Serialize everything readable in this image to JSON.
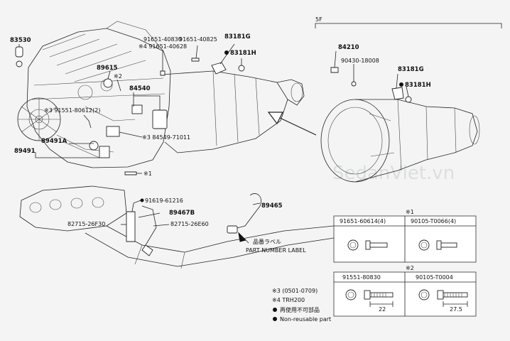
{
  "watermark": "SedanViet.vn",
  "section_label": "5F",
  "callouts": {
    "c83530": "83530",
    "c91651_40830": "91651-40830",
    "c91651_40628": "※4 91651-40628",
    "c91651_40825": "91651-40825",
    "c83181G_a": "83181G",
    "c83181H_a": "83181H",
    "c89615": "89615",
    "c_mark2": "※2",
    "c84540": "84540",
    "c91551_80612": "※3 91551-80612(2)",
    "c84549_71011": "※3 84549-71011",
    "c89491A": "89491A",
    "c89491": "89491",
    "c_mark1": "※1",
    "c84210": "84210",
    "c90430_18008": "90430-18008",
    "c83181G_b": "83181G",
    "c83181H_b": "83181H",
    "c91619_61216": "91619-61216",
    "c89467B": "89467B",
    "c82715_26F30": "82715-26F30",
    "c82715_26E60": "82715-26E60",
    "c89465": "89465",
    "label_jp": "品番ラベル",
    "part_number_label": "PART NUMBER LABEL"
  },
  "table1": {
    "mark": "※1",
    "cells": [
      "91651-60614(4)",
      "90105-T0066(4)"
    ]
  },
  "table2": {
    "mark": "※2",
    "cells": [
      "91551-80830",
      "90105-T0004"
    ],
    "dims": [
      "22",
      "27.5"
    ]
  },
  "notes": {
    "n1": "※3 (0501-0709)",
    "n2": "※4 TRH200",
    "n3": "再使用不可部品",
    "n4": "Non-reusable part"
  }
}
